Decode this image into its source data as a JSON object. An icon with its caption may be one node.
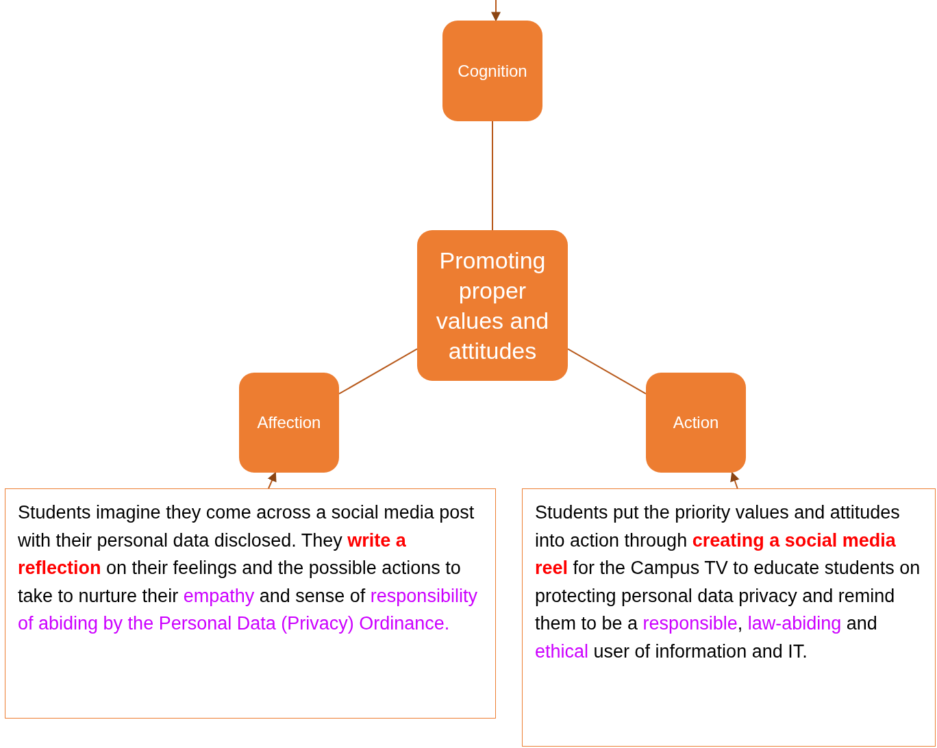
{
  "diagram": {
    "nodes": [
      {
        "text": [
          "Cognition"
        ]
      },
      {
        "text": [
          "Promoting proper values and attitudes"
        ]
      },
      {
        "text": [
          "Affection"
        ]
      },
      {
        "text": [
          "Action"
        ]
      },
      {
        "text": [
          "Students imagine they come across a social media post with their personal data disclosed. They **write a reflection** on their feelings and the possible actions to take to nurture their *empathy* and sense of *responsibility of abiding by the Personal Data (Privacy) Ordinance.*"
        ]
      },
      {
        "text": [
          "Students put the priority values and attitudes into action through **creating a social media reel** for the Campus TV to educate students on protecting personal data privacy and remind them to be a *responsible*, *law-abiding* and *ethical* user of information and IT."
        ]
      }
    ],
    "edges": [
      {
        "from": null,
        "to": 0,
        "arrow": "to"
      },
      {
        "from": 0,
        "to": 1,
        "arrow": "none"
      },
      {
        "from": 1,
        "to": 2,
        "arrow": "none"
      },
      {
        "from": 1,
        "to": 3,
        "arrow": "none"
      },
      {
        "from": 4,
        "to": 2,
        "arrow": "to"
      },
      {
        "from": 5,
        "to": 3,
        "arrow": "to"
      }
    ]
  }
}
